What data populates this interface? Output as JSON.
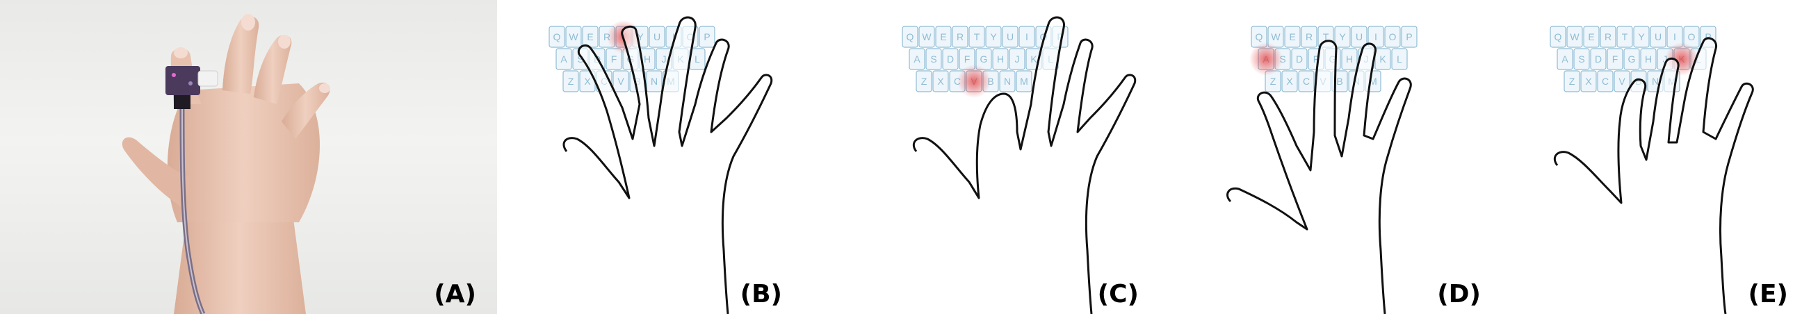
{
  "panels": [
    {
      "id": "A",
      "label": "(A)",
      "type": "photo"
    },
    {
      "id": "B",
      "label": "(B)",
      "type": "sketch",
      "active_key_row": 0,
      "active_key_col": 4
    },
    {
      "id": "C",
      "label": "(C)",
      "type": "sketch",
      "active_key_row": 2,
      "active_key_col": 3
    },
    {
      "id": "D",
      "label": "(D)",
      "type": "sketch",
      "active_key_row": 1,
      "active_key_col": 0
    },
    {
      "id": "E",
      "label": "(E)",
      "type": "sketch",
      "active_key_row": 1,
      "active_key_col": 7
    }
  ],
  "keyboard": {
    "rows": [
      [
        "Q",
        "W",
        "E",
        "R",
        "T",
        "Y",
        "U",
        "I",
        "O",
        "P"
      ],
      [
        "A",
        "S",
        "D",
        "F",
        "G",
        "H",
        "J",
        "K",
        "L"
      ],
      [
        "Z",
        "X",
        "C",
        "V",
        "B",
        "N",
        "M"
      ]
    ]
  },
  "colors": {
    "key_fill": "#eef6fb",
    "key_stroke": "#8fbcd4",
    "key_text": "#8fbcd4",
    "highlight": "#e83a3a",
    "hand_stroke": "#111111",
    "skin": "#e9c6b4",
    "sensor": "#4b3a5c",
    "cable": "#7b6f86"
  }
}
